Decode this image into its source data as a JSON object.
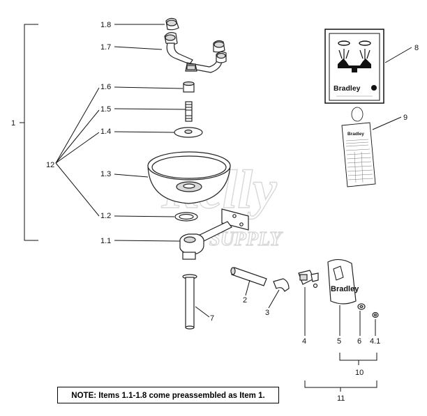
{
  "labels": {
    "l1": "1",
    "l12": "12",
    "l1_8": "1.8",
    "l1_7": "1.7",
    "l1_6": "1.6",
    "l1_5": "1.5",
    "l1_4": "1.4",
    "l1_3": "1.3",
    "l1_2": "1.2",
    "l1_1": "1.1",
    "l2": "2",
    "l3": "3",
    "l4": "4",
    "l5": "5",
    "l6": "6",
    "l4_1": "4.1",
    "l7": "7",
    "l8": "8",
    "l9": "9",
    "l10": "10",
    "l11": "11"
  },
  "sign": {
    "brand": "Bradley"
  },
  "tag": {
    "brand": "Bradley"
  },
  "cover": {
    "brand": "Bradley"
  },
  "watermark": {
    "line1": "Kelly",
    "line2": "SUPPLY"
  },
  "note": "NOTE:  Items 1.1-1.8 come preassembled as Item 1."
}
